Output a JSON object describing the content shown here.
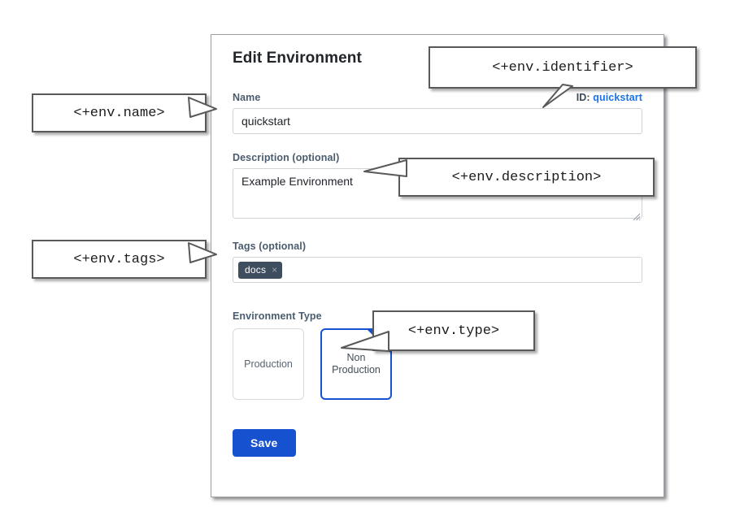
{
  "dialog": {
    "title": "Edit Environment",
    "identifier": {
      "prefix": "ID:",
      "value": "quickstart"
    },
    "fields": {
      "name": {
        "label": "Name",
        "value": "quickstart",
        "placeholder": ""
      },
      "description": {
        "label": "Description (optional)",
        "value": "Example Environment",
        "placeholder": ""
      },
      "tags": {
        "label": "Tags (optional)",
        "placeholder": "",
        "chips": [
          {
            "label": "docs",
            "remove_icon": "×"
          }
        ]
      },
      "environment_type": {
        "label": "Environment Type",
        "options": [
          {
            "label": "Production",
            "selected": false
          },
          {
            "label": "Non Production",
            "selected": true
          }
        ]
      }
    },
    "save_label": "Save"
  },
  "annotations": [
    {
      "text": "<+env.name>"
    },
    {
      "text": "<+env.identifier>"
    },
    {
      "text": "<+env.description>"
    },
    {
      "text": "<+env.tags>"
    },
    {
      "text": "<+env.type>"
    }
  ],
  "colors": {
    "accent_blue": "#1652d0",
    "link_blue": "#1a73e8",
    "label_slate": "#4a5c6e",
    "chip_bg": "#3f4e5e",
    "callout_border": "#58595b"
  }
}
